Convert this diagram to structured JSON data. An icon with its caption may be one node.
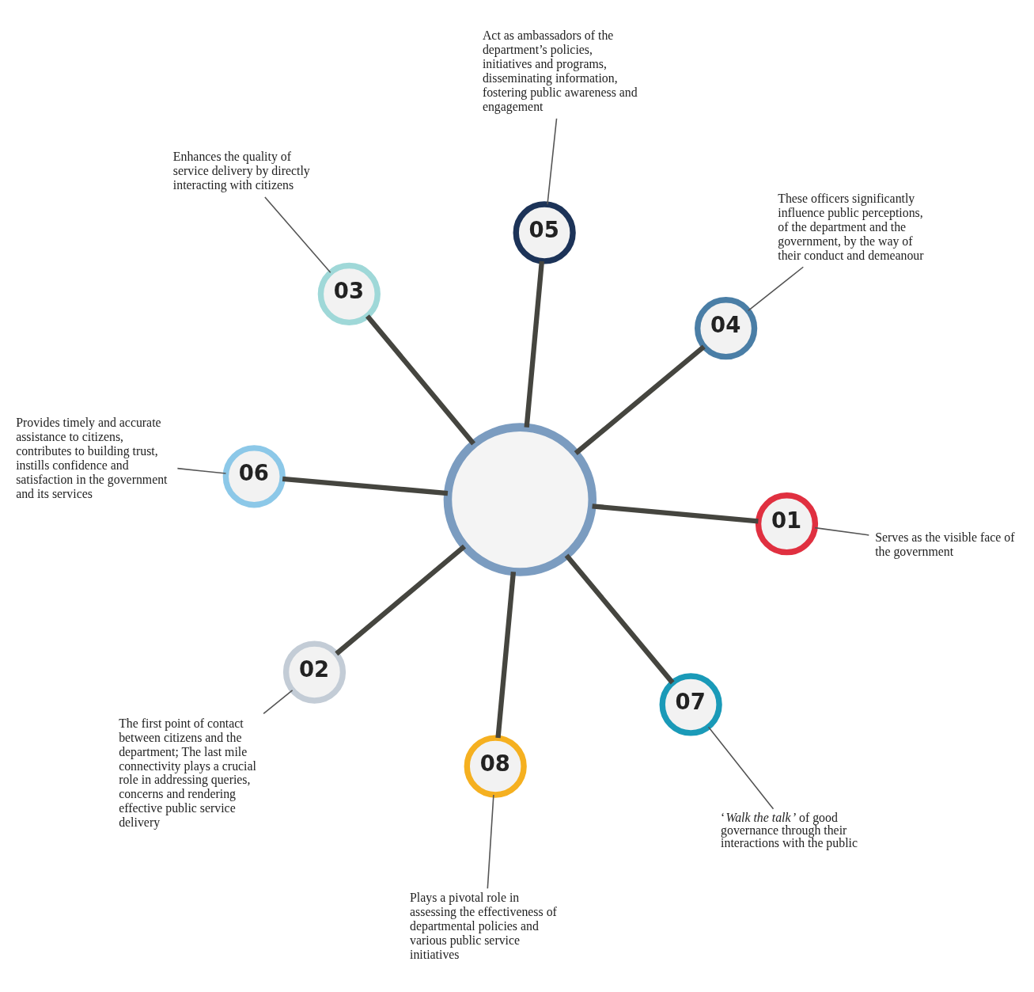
{
  "diagram": {
    "nodes": [
      {
        "text": [],
        "shape": "circle"
      },
      {
        "text": [
          "01"
        ]
      },
      {
        "text": [
          "02"
        ]
      },
      {
        "text": [
          "03"
        ]
      },
      {
        "text": [
          "04"
        ]
      },
      {
        "text": [
          "05"
        ]
      },
      {
        "text": [
          "06"
        ]
      },
      {
        "text": [
          "07"
        ]
      },
      {
        "text": [
          "08"
        ]
      },
      {
        "text": [
          "Serves as the visible face of the government"
        ]
      },
      {
        "text": [
          "The first point of contact between citizens and the department; The last mile connectivity plays a crucial role in addressing queries, concerns and rendering effective public service delivery"
        ]
      },
      {
        "text": [
          "Enhances the quality of service delivery by directly interacting with citizens"
        ]
      },
      {
        "text": [
          "These officers significantly influence public perceptions, of the department and the government, by the way of their conduct and demeanour"
        ]
      },
      {
        "text": [
          "Act as ambassadors of the department’s policies, initiatives and programs, disseminating information, fostering public awareness and engagement"
        ]
      },
      {
        "text": [
          "Provides timely and accurate assistance to citizens, contributes to building trust, instills confidence and satisfaction in the government and its services"
        ]
      },
      {
        "text": [
          "‘*Walk the talk*’ of good governance through their interactions with the public"
        ]
      },
      {
        "text": [
          "Plays a pivotal role in assessing the effectiveness of departmental policies and various public service initiatives"
        ]
      }
    ],
    "edges": [
      {
        "from": 0,
        "to": 1,
        "arrow": "none",
        "style": "thick"
      },
      {
        "from": 0,
        "to": 2,
        "arrow": "none",
        "style": "thick"
      },
      {
        "from": 0,
        "to": 3,
        "arrow": "none",
        "style": "thick"
      },
      {
        "from": 0,
        "to": 4,
        "arrow": "none",
        "style": "thick"
      },
      {
        "from": 0,
        "to": 5,
        "arrow": "none",
        "style": "thick"
      },
      {
        "from": 0,
        "to": 6,
        "arrow": "none",
        "style": "thick"
      },
      {
        "from": 0,
        "to": 7,
        "arrow": "none",
        "style": "thick"
      },
      {
        "from": 0,
        "to": 8,
        "arrow": "none",
        "style": "thick"
      },
      {
        "from": 1,
        "to": 9,
        "arrow": "none"
      },
      {
        "from": 2,
        "to": 10,
        "arrow": "none"
      },
      {
        "from": 3,
        "to": 11,
        "arrow": "none"
      },
      {
        "from": 4,
        "to": 12,
        "arrow": "none"
      },
      {
        "from": 5,
        "to": 13,
        "arrow": "none"
      },
      {
        "from": 6,
        "to": 14,
        "arrow": "none"
      },
      {
        "from": 7,
        "to": 15,
        "arrow": "none"
      },
      {
        "from": 8,
        "to": 16,
        "arrow": "none"
      }
    ]
  }
}
